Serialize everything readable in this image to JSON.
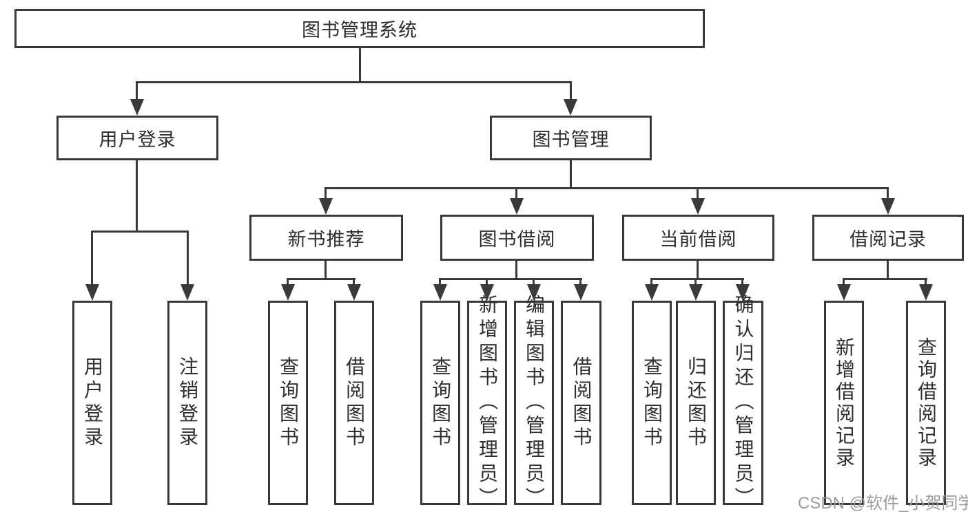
{
  "title": "图书管理系统",
  "watermark": "CSDN @软件_小贺同学",
  "colors": {
    "line": "#3a3a3c",
    "text": "#2e2e30",
    "watermark": "#9b9b9b",
    "background": "#ffffff"
  },
  "nodes": {
    "root": "图书管理系统",
    "user_login": "用户登录",
    "book_management": "图书管理",
    "new_book_recommend": "新书推荐",
    "book_borrow": "图书借阅",
    "current_borrow": "当前借阅",
    "borrow_records": "借阅记录",
    "leaf_user_login": "用户登录",
    "leaf_logout": "注销登录",
    "leaf_query_book_rec": "查询图书",
    "leaf_borrow_book_rec": "借阅图书",
    "leaf_query_book_borrow": "查询图书",
    "leaf_add_book_admin": "新增图书（管理员）",
    "leaf_edit_book_admin": "编辑图书（管理员）",
    "leaf_borrow_book_borrow": "借阅图书",
    "leaf_query_book_current": "查询图书",
    "leaf_return_book": "归还图书",
    "leaf_confirm_return_admin": "确认归还（管理员）",
    "leaf_add_borrow_record": "新增借阅记录",
    "leaf_query_borrow_record": "查询借阅记录"
  },
  "edges": [
    {
      "from": "图书管理系统",
      "to": [
        "用户登录",
        "图书管理"
      ]
    },
    {
      "from": "用户登录",
      "to": [
        "用户登录",
        "注销登录"
      ]
    },
    {
      "from": "图书管理",
      "to": [
        "新书推荐",
        "图书借阅",
        "当前借阅",
        "借阅记录"
      ]
    },
    {
      "from": "新书推荐",
      "to": [
        "查询图书",
        "借阅图书"
      ]
    },
    {
      "from": "图书借阅",
      "to": [
        "查询图书",
        "新增图书（管理员）",
        "编辑图书（管理员）",
        "借阅图书"
      ]
    },
    {
      "from": "当前借阅",
      "to": [
        "查询图书",
        "归还图书",
        "确认归还（管理员）"
      ]
    },
    {
      "from": "借阅记录",
      "to": [
        "新增借阅记录",
        "查询借阅记录"
      ]
    }
  ]
}
